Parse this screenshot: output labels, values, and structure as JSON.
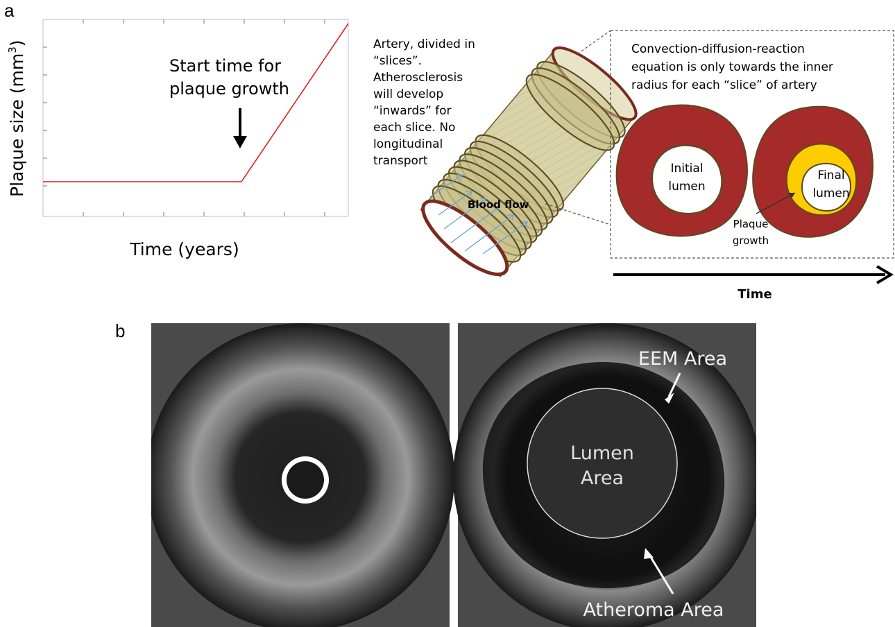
{
  "panel_a": {
    "label": "a",
    "chart": {
      "ylabel_main": "Plaque size (mm",
      "ylabel_sup": "3",
      "ylabel_end": ")",
      "xlabel": "Time (years)",
      "annotation_line1": "Start time for",
      "annotation_line2": "plaque growth",
      "line_color": "#e02020"
    },
    "artery_note": [
      "Artery, divided in",
      "“slices”.",
      "Atherosclerosis",
      "will develop",
      "“inwards” for",
      "each slice. No",
      "longitudinal",
      "transport"
    ],
    "blood_flow_label": "Blood flow",
    "equation_note": [
      "Convection-diffusion-reaction",
      "equation is only towards the inner",
      "radius for each “slice” of artery"
    ],
    "initial_lumen": [
      "Initial",
      "lumen"
    ],
    "final_lumen": [
      "Final",
      "lumen"
    ],
    "plaque_growth": [
      "Plaque",
      "growth"
    ],
    "time_label": "Time",
    "colors": {
      "wall": "#a52a2a",
      "plaque": "#ffcc00",
      "artery_fill": "#d9d3a8",
      "flow_arrows": "#6a9fd8"
    }
  },
  "panel_b": {
    "label": "b",
    "eem_label": "EEM Area",
    "lumen_label": [
      "Lumen",
      "Area"
    ],
    "atheroma_label": "Atheroma Area"
  }
}
